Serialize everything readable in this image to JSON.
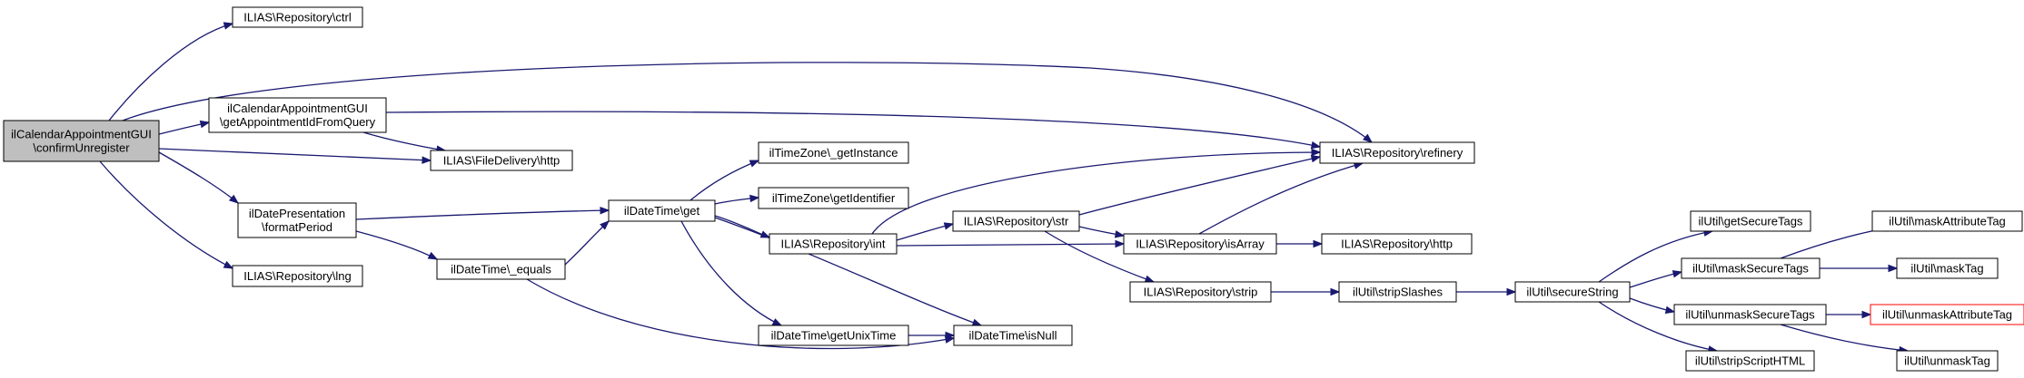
{
  "nodes": [
    {
      "id": "root",
      "lines": [
        "ilCalendarAppointmentGUI",
        "\\confirmUnregister"
      ],
      "kind": "root"
    },
    {
      "id": "ctrl",
      "lines": [
        "ILIAS\\Repository\\ctrl"
      ]
    },
    {
      "id": "getAppt",
      "lines": [
        "ilCalendarAppointmentGUI",
        "\\getAppointmentIdFromQuery"
      ]
    },
    {
      "id": "fdhttp",
      "lines": [
        "ILIAS\\FileDelivery\\http"
      ]
    },
    {
      "id": "formatPeriod",
      "lines": [
        "ilDatePresentation",
        "\\formatPeriod"
      ]
    },
    {
      "id": "lng",
      "lines": [
        "ILIAS\\Repository\\lng"
      ]
    },
    {
      "id": "equals",
      "lines": [
        "ilDateTime\\_equals"
      ]
    },
    {
      "id": "dtget",
      "lines": [
        "ilDateTime\\get"
      ]
    },
    {
      "id": "tzInstance",
      "lines": [
        "ilTimeZone\\_getInstance"
      ]
    },
    {
      "id": "tzIdent",
      "lines": [
        "ilTimeZone\\getIdentifier"
      ]
    },
    {
      "id": "rint",
      "lines": [
        "ILIAS\\Repository\\int"
      ]
    },
    {
      "id": "unix",
      "lines": [
        "ilDateTime\\getUnixTime"
      ]
    },
    {
      "id": "isNull",
      "lines": [
        "ilDateTime\\isNull"
      ]
    },
    {
      "id": "rstr",
      "lines": [
        "ILIAS\\Repository\\str"
      ]
    },
    {
      "id": "refinery",
      "lines": [
        "ILIAS\\Repository\\refinery"
      ]
    },
    {
      "id": "isArray",
      "lines": [
        "ILIAS\\Repository\\isArray"
      ]
    },
    {
      "id": "rhttp",
      "lines": [
        "ILIAS\\Repository\\http"
      ]
    },
    {
      "id": "strip",
      "lines": [
        "ILIAS\\Repository\\strip"
      ]
    },
    {
      "id": "stripSlashes",
      "lines": [
        "ilUtil\\stripSlashes"
      ]
    },
    {
      "id": "secureString",
      "lines": [
        "ilUtil\\secureString"
      ]
    },
    {
      "id": "getSecureTags",
      "lines": [
        "ilUtil\\getSecureTags"
      ]
    },
    {
      "id": "maskSecureTags",
      "lines": [
        "ilUtil\\maskSecureTags"
      ]
    },
    {
      "id": "unmaskSecureTags",
      "lines": [
        "ilUtil\\unmaskSecureTags"
      ]
    },
    {
      "id": "stripScriptHTML",
      "lines": [
        "ilUtil\\stripScriptHTML"
      ]
    },
    {
      "id": "maskAttrTag",
      "lines": [
        "ilUtil\\maskAttributeTag"
      ]
    },
    {
      "id": "maskTag",
      "lines": [
        "ilUtil\\maskTag"
      ]
    },
    {
      "id": "unmaskAttrTag",
      "lines": [
        "ilUtil\\unmaskAttributeTag"
      ],
      "kind": "error"
    },
    {
      "id": "unmaskTag",
      "lines": [
        "ilUtil\\unmaskTag"
      ]
    }
  ],
  "edges": [
    [
      "root",
      "ctrl"
    ],
    [
      "root",
      "refinery"
    ],
    [
      "root",
      "getAppt"
    ],
    [
      "root",
      "fdhttp"
    ],
    [
      "root",
      "formatPeriod"
    ],
    [
      "root",
      "lng"
    ],
    [
      "getAppt",
      "refinery"
    ],
    [
      "getAppt",
      "fdhttp"
    ],
    [
      "formatPeriod",
      "dtget"
    ],
    [
      "formatPeriod",
      "equals"
    ],
    [
      "equals",
      "dtget"
    ],
    [
      "equals",
      "isNull"
    ],
    [
      "dtget",
      "tzInstance"
    ],
    [
      "dtget",
      "tzIdent"
    ],
    [
      "dtget",
      "rint"
    ],
    [
      "dtget",
      "unix"
    ],
    [
      "dtget",
      "isNull"
    ],
    [
      "unix",
      "isNull"
    ],
    [
      "rint",
      "refinery"
    ],
    [
      "rint",
      "rstr"
    ],
    [
      "rint",
      "isArray"
    ],
    [
      "rstr",
      "refinery"
    ],
    [
      "rstr",
      "isArray"
    ],
    [
      "rstr",
      "strip"
    ],
    [
      "isArray",
      "refinery"
    ],
    [
      "isArray",
      "rhttp"
    ],
    [
      "strip",
      "stripSlashes"
    ],
    [
      "stripSlashes",
      "secureString"
    ],
    [
      "secureString",
      "getSecureTags"
    ],
    [
      "secureString",
      "maskSecureTags"
    ],
    [
      "secureString",
      "unmaskSecureTags"
    ],
    [
      "secureString",
      "stripScriptHTML"
    ],
    [
      "maskSecureTags",
      "maskAttrTag"
    ],
    [
      "maskSecureTags",
      "maskTag"
    ],
    [
      "unmaskSecureTags",
      "unmaskAttrTag"
    ],
    [
      "unmaskSecureTags",
      "unmaskTag"
    ]
  ],
  "colors": {
    "edge": "#191970",
    "root_fill": "#bfbfbf",
    "error_border": "#ff0000"
  }
}
